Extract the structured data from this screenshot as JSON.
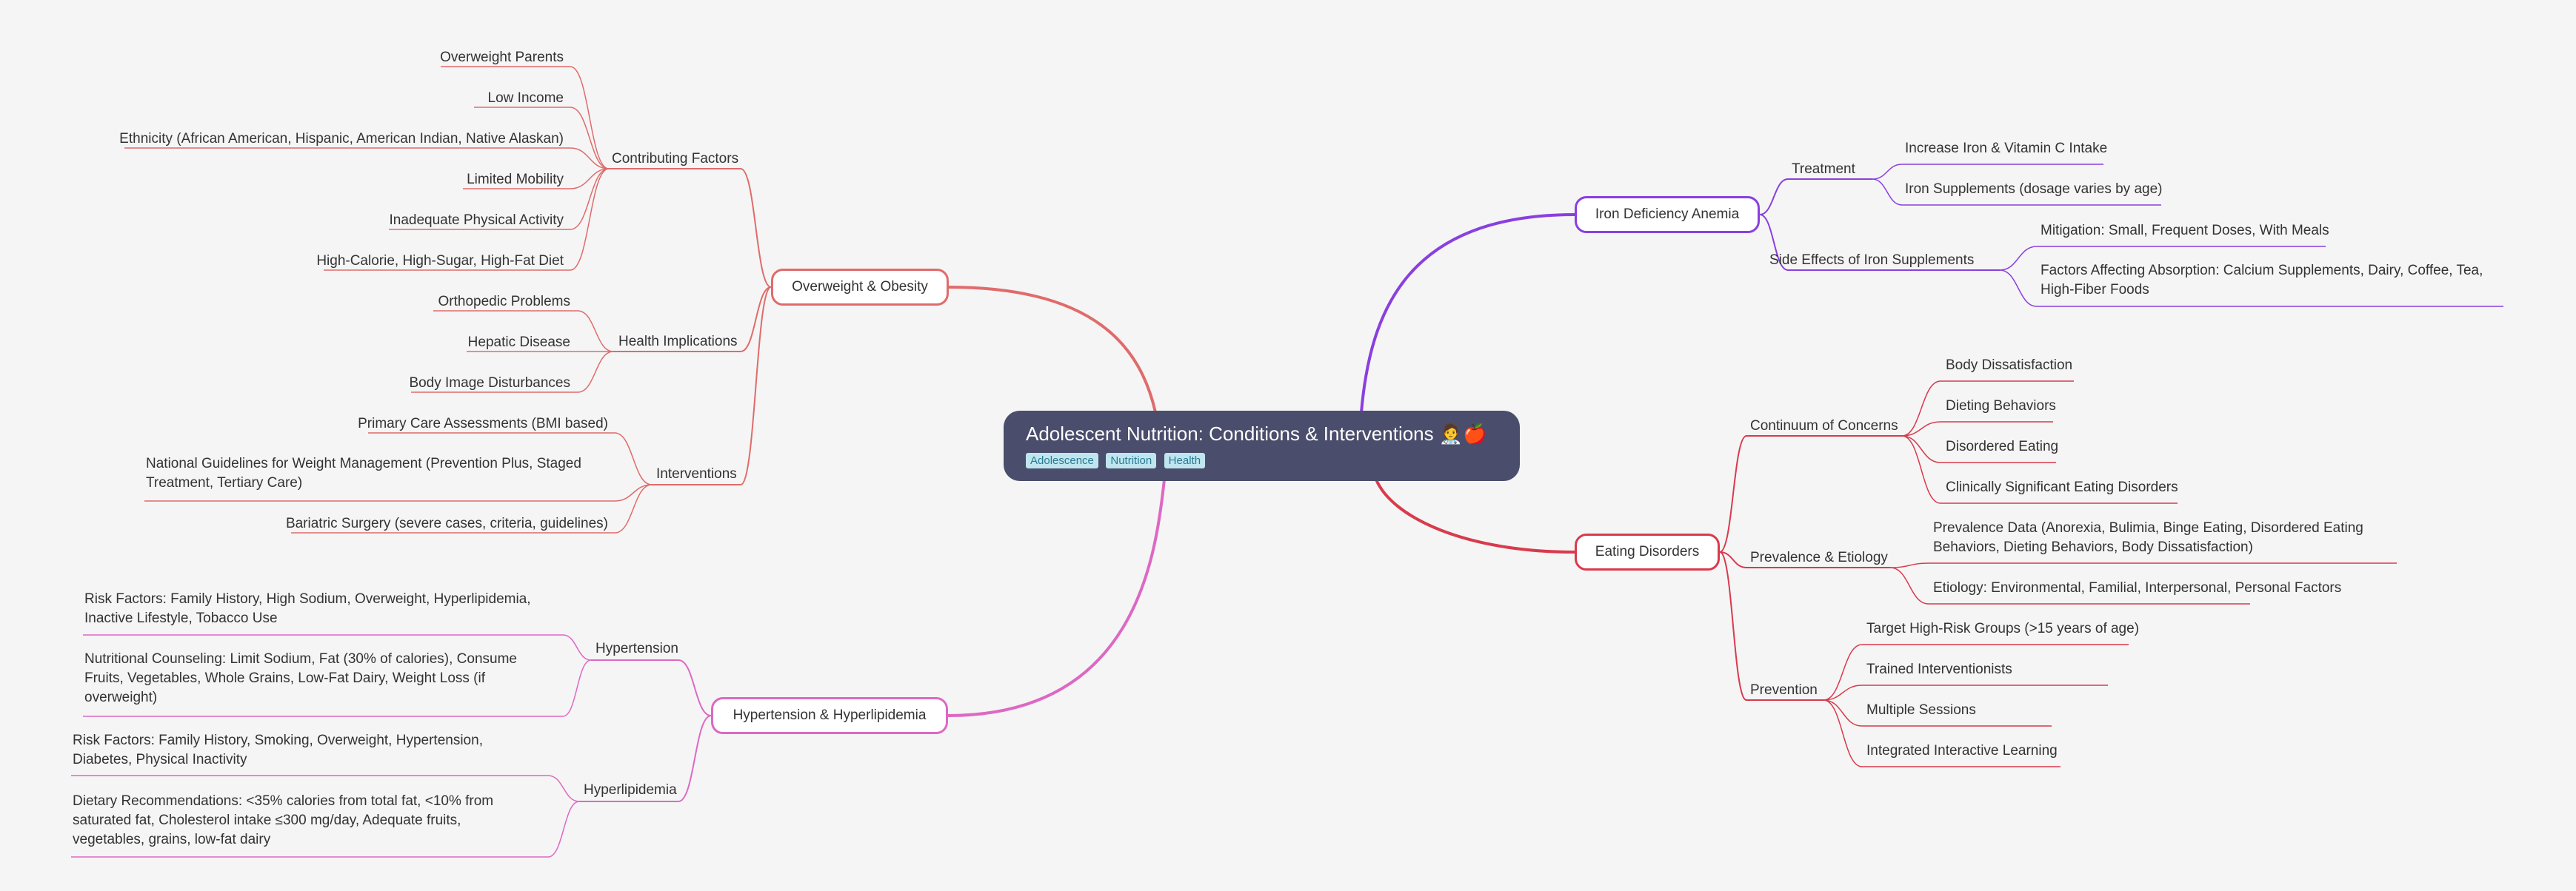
{
  "root": {
    "title": "Adolescent Nutrition: Conditions & Interventions 🧑‍⚕️🍎",
    "tags": [
      "Adolescence",
      "Nutrition",
      "Health"
    ]
  },
  "branches": [
    {
      "label": "Overweight & Obesity",
      "color": "#e06b6b",
      "groups": [
        {
          "label": "Contributing Factors",
          "items": [
            "Overweight Parents",
            "Low Income",
            "Ethnicity (African American, Hispanic, American Indian, Native Alaskan)",
            "Limited Mobility",
            "Inadequate Physical Activity",
            "High-Calorie, High-Sugar, High-Fat Diet"
          ]
        },
        {
          "label": "Health Implications",
          "items": [
            "Orthopedic Problems",
            "Hepatic Disease",
            "Body Image Disturbances"
          ]
        },
        {
          "label": "Interventions",
          "items": [
            "Primary Care Assessments (BMI based)",
            "National Guidelines for Weight Management (Prevention Plus, Staged Treatment, Tertiary Care)",
            "Bariatric Surgery (severe cases, criteria, guidelines)"
          ]
        }
      ]
    },
    {
      "label": "Hypertension & Hyperlipidemia",
      "color": "#dd68c4",
      "groups": [
        {
          "label": "Hypertension",
          "items": [
            "Risk Factors: Family History, High Sodium, Overweight, Hyperlipidemia, Inactive Lifestyle, Tobacco Use",
            "Nutritional Counseling: Limit Sodium, Fat (30% of calories), Consume Fruits, Vegetables, Whole Grains, Low-Fat Dairy, Weight Loss (if overweight)"
          ]
        },
        {
          "label": "Hyperlipidemia",
          "items": [
            "Risk Factors: Family History, Smoking, Overweight, Hypertension, Diabetes, Physical Inactivity",
            "Dietary Recommendations: <35% calories from total fat, <10% from saturated fat, Cholesterol intake ≤300 mg/day, Adequate fruits, vegetables, grains, low-fat dairy"
          ]
        }
      ]
    },
    {
      "label": "Iron Deficiency Anemia",
      "color": "#8a3fe0",
      "groups": [
        {
          "label": "Treatment",
          "items": [
            "Increase Iron & Vitamin C Intake",
            "Iron Supplements (dosage varies by age)"
          ]
        },
        {
          "label": "Side Effects of Iron Supplements",
          "items": [
            "Mitigation: Small, Frequent Doses, With Meals",
            "Factors Affecting Absorption: Calcium Supplements, Dairy, Coffee, Tea, High-Fiber Foods"
          ]
        }
      ]
    },
    {
      "label": "Eating Disorders",
      "color": "#d93a4c",
      "groups": [
        {
          "label": "Continuum of Concerns",
          "items": [
            "Body Dissatisfaction",
            "Dieting Behaviors",
            "Disordered Eating",
            "Clinically Significant Eating Disorders"
          ]
        },
        {
          "label": "Prevalence & Etiology",
          "items": [
            "Prevalence Data (Anorexia, Bulimia, Binge Eating, Disordered Eating Behaviors, Dieting Behaviors, Body Dissatisfaction)",
            "Etiology: Environmental, Familial, Interpersonal, Personal Factors"
          ]
        },
        {
          "label": "Prevention",
          "items": [
            "Target High-Risk Groups (>15 years of age)",
            "Trained Interventionists",
            "Multiple Sessions",
            "Integrated Interactive Learning"
          ]
        }
      ]
    }
  ]
}
